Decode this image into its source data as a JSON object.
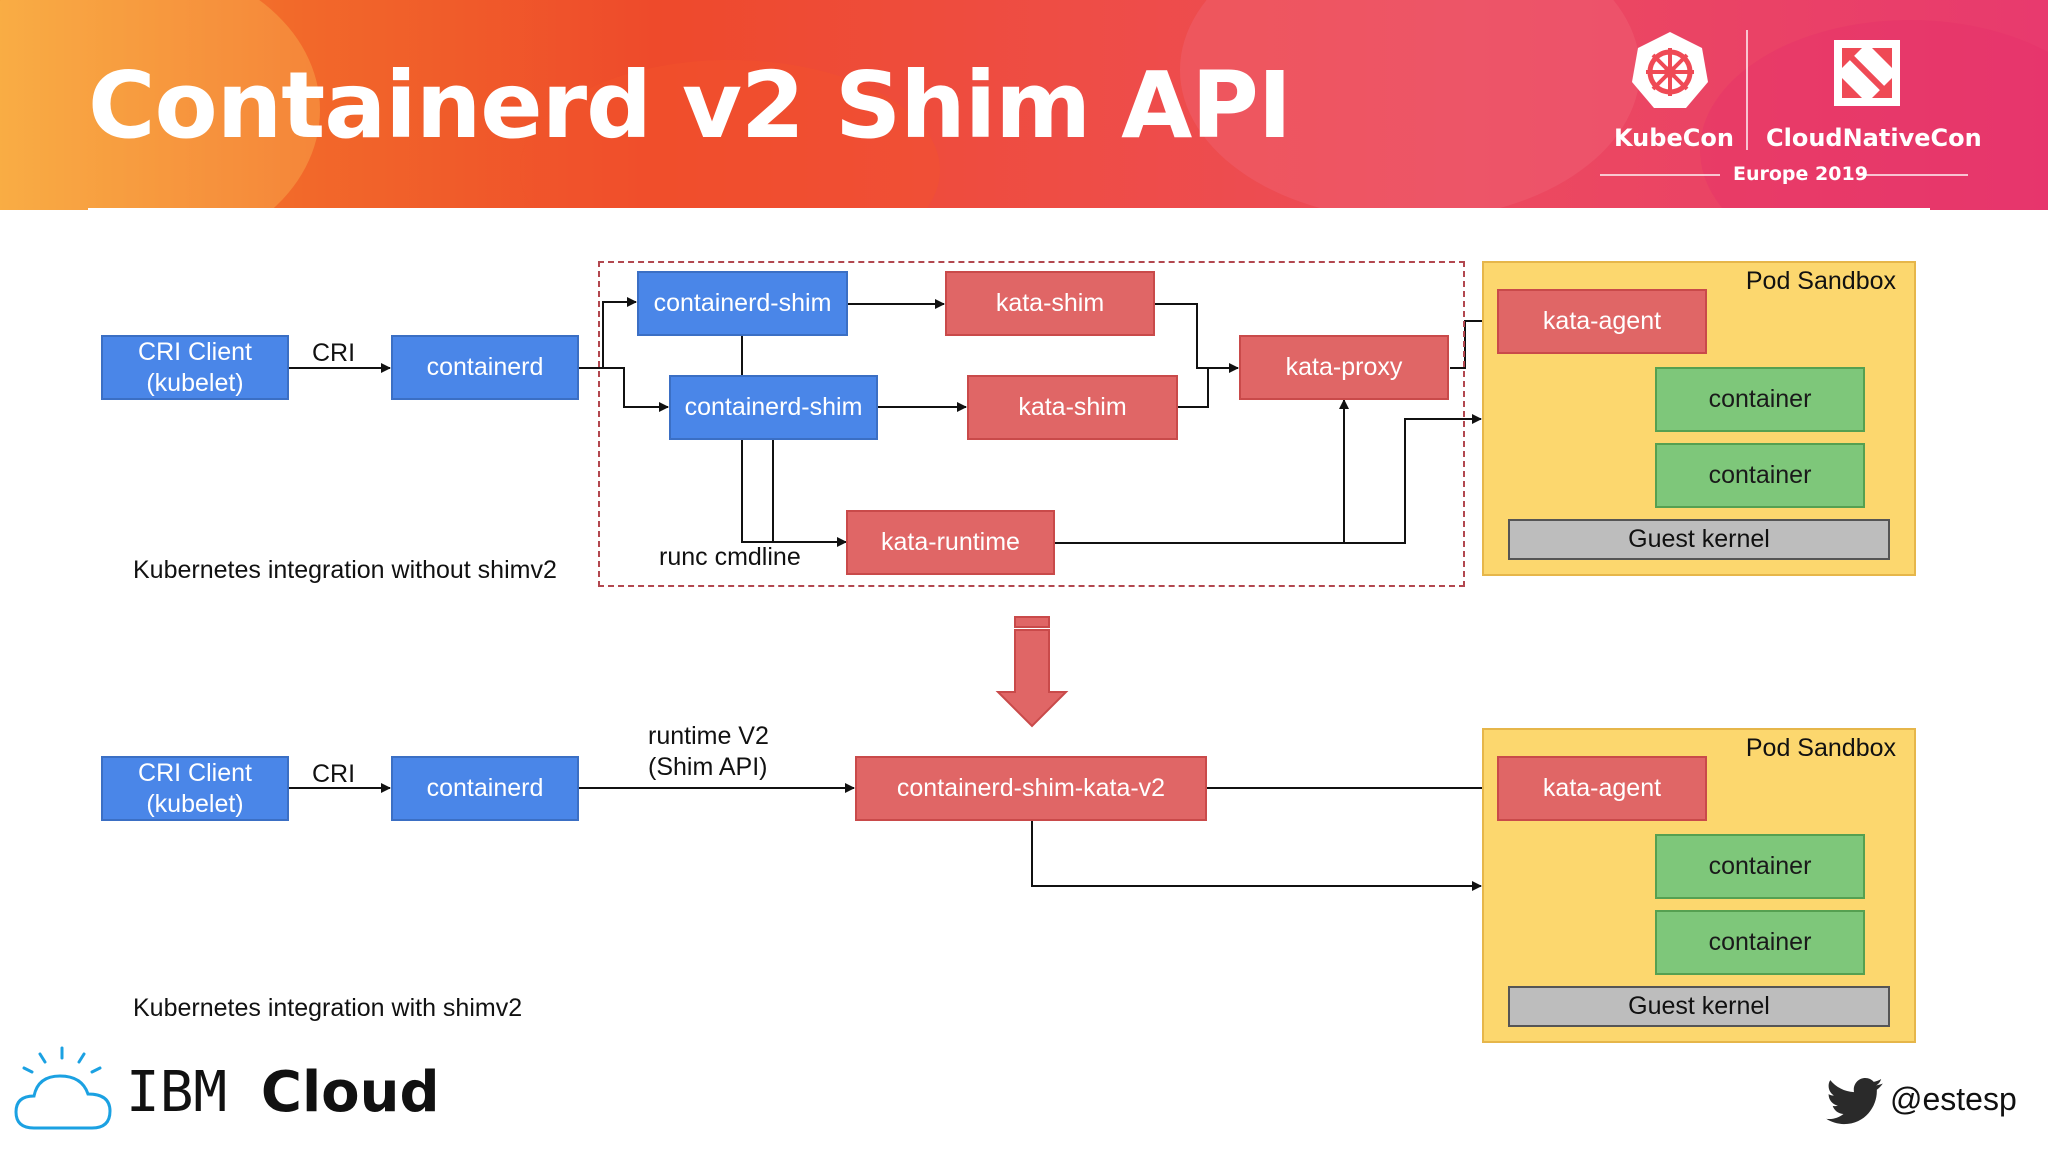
{
  "header": {
    "title": "Containerd v2 Shim API",
    "logo_kubecon": "KubeCon",
    "logo_cncf": "CloudNativeCon",
    "event": "Europe 2019"
  },
  "top_diagram": {
    "caption": "Kubernetes integration without shimv2",
    "cri_client": "CRI Client\n(kubelet)",
    "cri_label": "CRI",
    "containerd": "containerd",
    "containerd_shim_1": "containerd-shim",
    "containerd_shim_2": "containerd-shim",
    "kata_shim_1": "kata-shim",
    "kata_shim_2": "kata-shim",
    "kata_proxy": "kata-proxy",
    "kata_runtime": "kata-runtime",
    "runc_label": "runc cmdline",
    "sandbox": {
      "label": "Pod Sandbox",
      "agent": "kata-agent",
      "container_1": "container",
      "container_2": "container",
      "kernel": "Guest kernel"
    }
  },
  "bottom_diagram": {
    "caption": "Kubernetes integration with shimv2",
    "cri_client": "CRI Client\n(kubelet)",
    "cri_label": "CRI",
    "containerd": "containerd",
    "runtime_label": "runtime V2\n(Shim API)",
    "shim_kata_v2": "containerd-shim-kata-v2",
    "sandbox": {
      "label": "Pod Sandbox",
      "agent": "kata-agent",
      "container_1": "container",
      "container_2": "container",
      "kernel": "Guest kernel"
    }
  },
  "footer": {
    "brand_light": "IBM",
    "brand_bold": "Cloud",
    "twitter_handle": "@estesp"
  },
  "colors": {
    "blue": "#4a86e8",
    "red": "#e06666",
    "green": "#7ec77a",
    "sandbox": "#fcd76e",
    "kernel": "#bdbdbd",
    "twitter": "#1da1f2"
  }
}
